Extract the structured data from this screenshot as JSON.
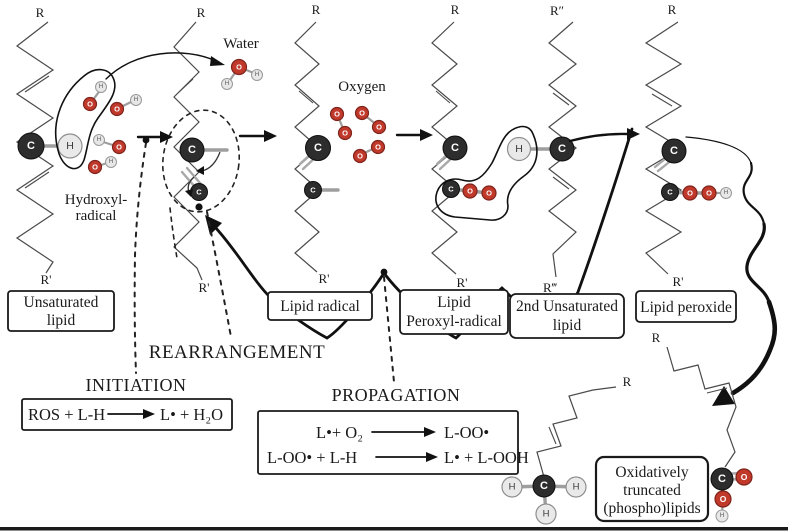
{
  "figure": {
    "labels": {
      "water": "Water",
      "oxygen": "Oxygen",
      "hydroxyl_line1": "Hydroxyl-",
      "hydroxyl_line2": "radical",
      "initiation": "INITIATION",
      "rearrangement": "REARRANGEMENT",
      "propagation": "PROPAGATION"
    },
    "boxes": {
      "unsaturated_lipid": [
        "Unsaturated",
        "lipid"
      ],
      "lipid_radical": [
        "Lipid radical"
      ],
      "lipid_peroxyl_radical": [
        "Lipid",
        "Peroxyl-radical"
      ],
      "second_unsaturated_lipid": [
        "2nd Unsaturated",
        "lipid"
      ],
      "lipid_peroxide": [
        "Lipid peroxide"
      ],
      "oxidatively_truncated": [
        "Oxidatively",
        "truncated",
        "(phospho)lipids"
      ]
    },
    "equations": {
      "initiation_lhs": "ROS + L-H",
      "initiation_rhs": "L• + H₂O",
      "propagation1_lhs": "L•+ O₂",
      "propagation1_rhs": "L-OO•",
      "propagation2_lhs": "L-OO• + L-H",
      "propagation2_rhs": "L• + L-OOH"
    },
    "terminals": {
      "r": "R",
      "r_prime": "R'",
      "r_dprime": "R″",
      "r_tprime": "R‴"
    },
    "atoms": {
      "c": "C",
      "h": "H",
      "o": "O"
    },
    "colors": {
      "oxygen": "#c0392b",
      "carbon": "#2d2d2d",
      "hydrogen": "#e9e9e9",
      "bond": "#9e9e9e",
      "ink": "#1a1a1a"
    }
  }
}
